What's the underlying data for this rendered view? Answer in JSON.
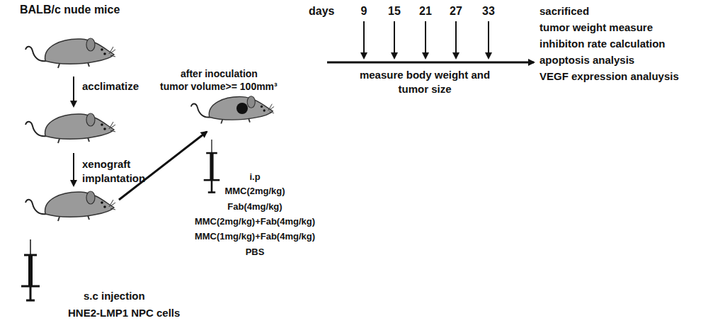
{
  "diagram": {
    "labels": [
      "BALB/c nude mice",
      "acclimatize",
      "xenograft implantation",
      "s.c injection",
      "HNE2-LMP1 NPC cells",
      "after inoculation",
      "tumor volume>= 100mm³",
      "i.p",
      "MMC(2mg/kg)",
      "Fab(4mg/kg)",
      "MMC(2mg/kg)+Fab(4mg/kg)",
      "MMC(1mg/kg)+Fab(4mg/kg)",
      "PBS",
      "days",
      "9",
      "15",
      "21",
      "27",
      "33",
      "measure body weight and tumor size",
      "sacrificed",
      "tumor weight measure",
      "inhibiton rate calculation",
      "apoptosis analysis",
      "VEGF expression analuysis"
    ]
  }
}
